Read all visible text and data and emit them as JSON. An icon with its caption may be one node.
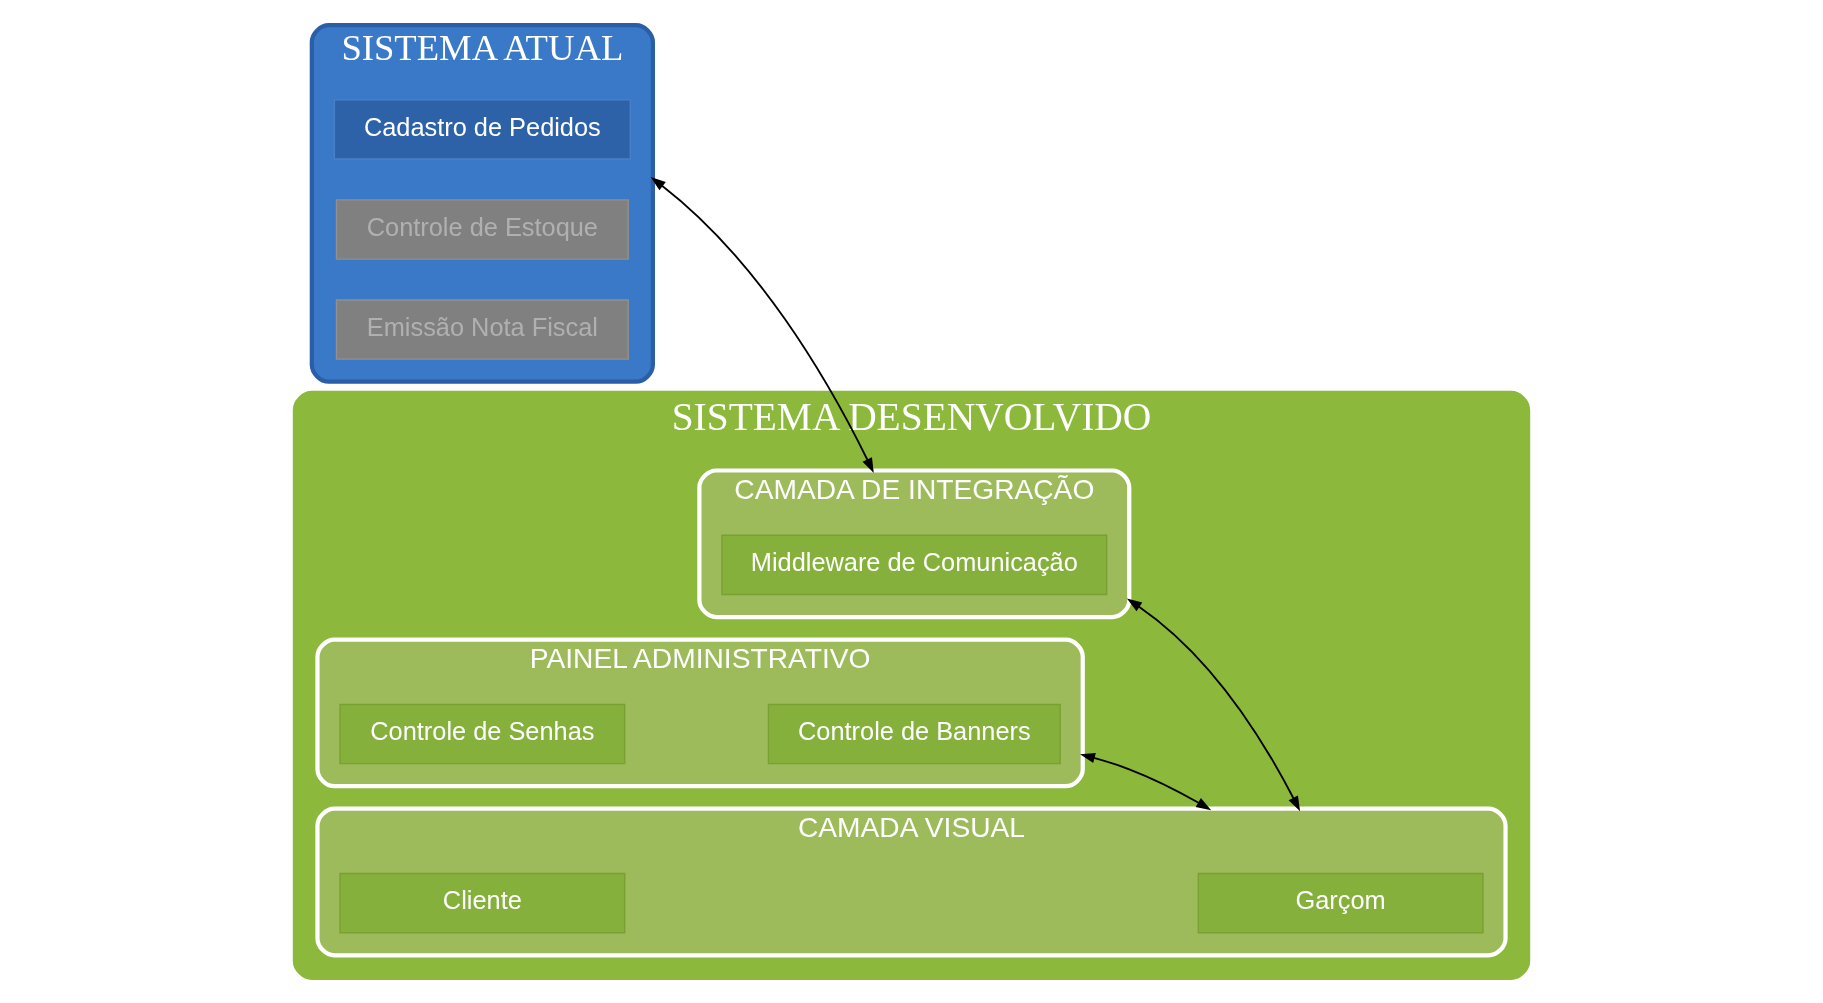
{
  "diagram": {
    "nodes": [
      {
        "text": [
          "SISTEMA ATUAL"
        ]
      },
      {
        "text": [
          "Cadastro de Pedidos"
        ],
        "in": 0
      },
      {
        "text": [
          "Controle de Estoque"
        ],
        "in": 0
      },
      {
        "text": [
          "Emissão Nota Fiscal"
        ],
        "in": 0
      },
      {
        "text": [
          "SISTEMA DESENVOLVIDO"
        ]
      },
      {
        "text": [
          "PAINEL ADMINISTRATIVO"
        ],
        "in": 4
      },
      {
        "text": [
          "Controle de Banners"
        ],
        "in": 5
      },
      {
        "text": [
          "Controle de Senhas"
        ],
        "in": 5
      },
      {
        "text": [
          "CAMADA DE INTEGRAÇÃO"
        ],
        "in": 4
      },
      {
        "text": [
          "Middleware de Comunicação"
        ],
        "in": 8
      },
      {
        "text": [
          "CAMADA VISUAL"
        ],
        "in": 4
      },
      {
        "text": [
          "Garçom"
        ],
        "in": 10
      },
      {
        "text": [
          "Cliente"
        ],
        "in": 10
      }
    ],
    "edges": [
      {
        "from": 0,
        "to": 8,
        "arrow": "both"
      },
      {
        "from": 5,
        "to": 10,
        "arrow": "both"
      },
      {
        "from": 8,
        "to": 10,
        "arrow": "both"
      }
    ]
  }
}
